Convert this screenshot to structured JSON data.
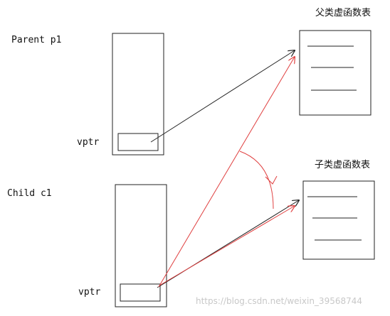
{
  "labels": {
    "parent_obj": "Parent p1",
    "child_obj": "Child c1",
    "vptr_parent": "vptr",
    "vptr_child": "vptr",
    "parent_vtable_title": "父类虚函数表",
    "child_vtable_title": "子类虚函数表"
  },
  "watermark": "https://blog.csdn.net/weixin_39568744",
  "colors": {
    "line": "#222222",
    "highlight": "#e04040",
    "watermark": "#c8c8c8"
  }
}
